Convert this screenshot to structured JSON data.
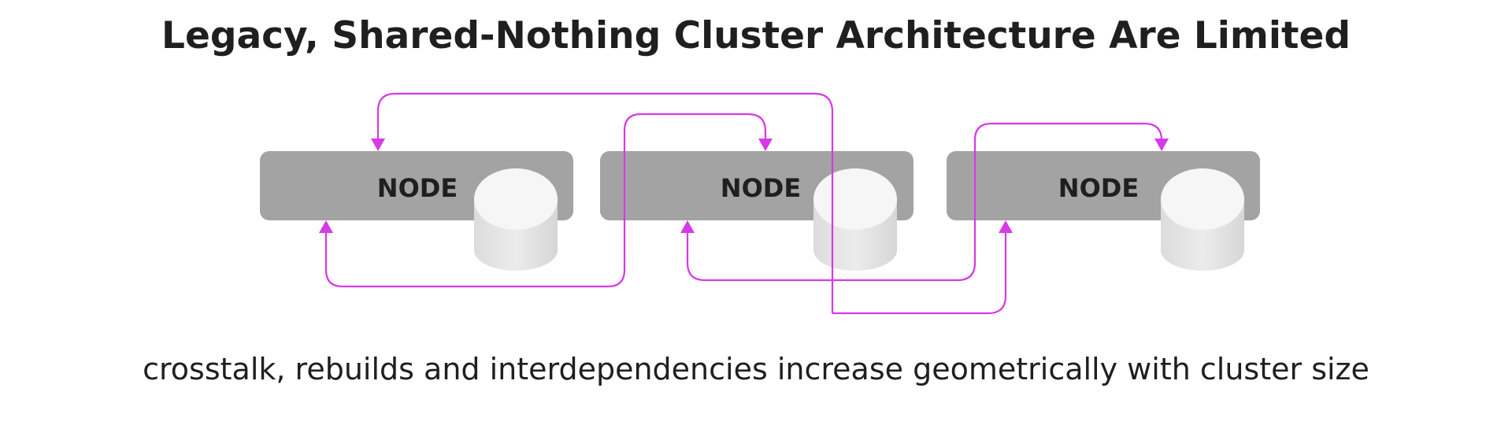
{
  "title": "Legacy, Shared-Nothing Cluster Architecture Are Limited",
  "caption": "crosstalk, rebuilds and interdependencies increase geometrically with cluster size",
  "nodes": [
    {
      "label": "NODE"
    },
    {
      "label": "NODE"
    },
    {
      "label": "NODE"
    }
  ],
  "colors": {
    "node_fill": "#a3a3a3",
    "connection_line": "#d63ae6",
    "disk_top": "#f6f6f6",
    "disk_side": "#e6e6e6",
    "text": "#1f1f1f"
  },
  "icons": [
    "disk-cylinder-icon",
    "arrowhead-icon"
  ]
}
